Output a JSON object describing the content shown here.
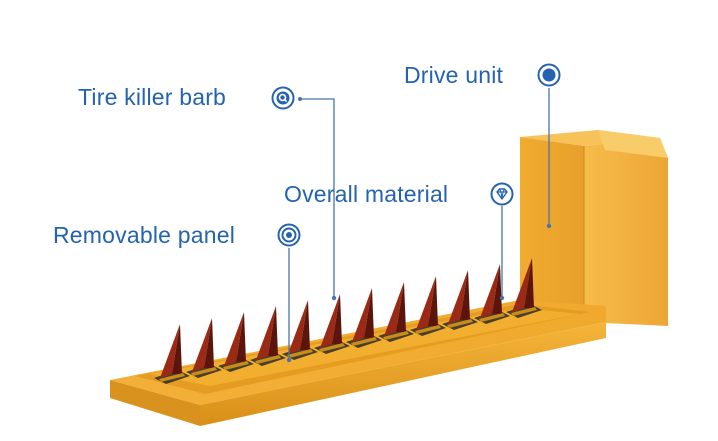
{
  "labels": {
    "tire_killer_barb": "Tire killer barb",
    "drive_unit": "Drive unit",
    "overall_material": "Overall material",
    "removable_panel": "Removable panel"
  },
  "icons": {
    "tire_killer_barb": "target-q-icon",
    "drive_unit": "dot-circle-icon",
    "overall_material": "diamond-icon",
    "removable_panel": "concentric-circle-icon"
  },
  "colors": {
    "label_blue": "#2563b0",
    "leader_line": "#4a74a8",
    "body_yellow": "#f2ae2e",
    "body_dark": "#c98b1a",
    "spike_red": "#7a1d12",
    "groove_dark": "#2b2b2b"
  },
  "spike_count": 12
}
